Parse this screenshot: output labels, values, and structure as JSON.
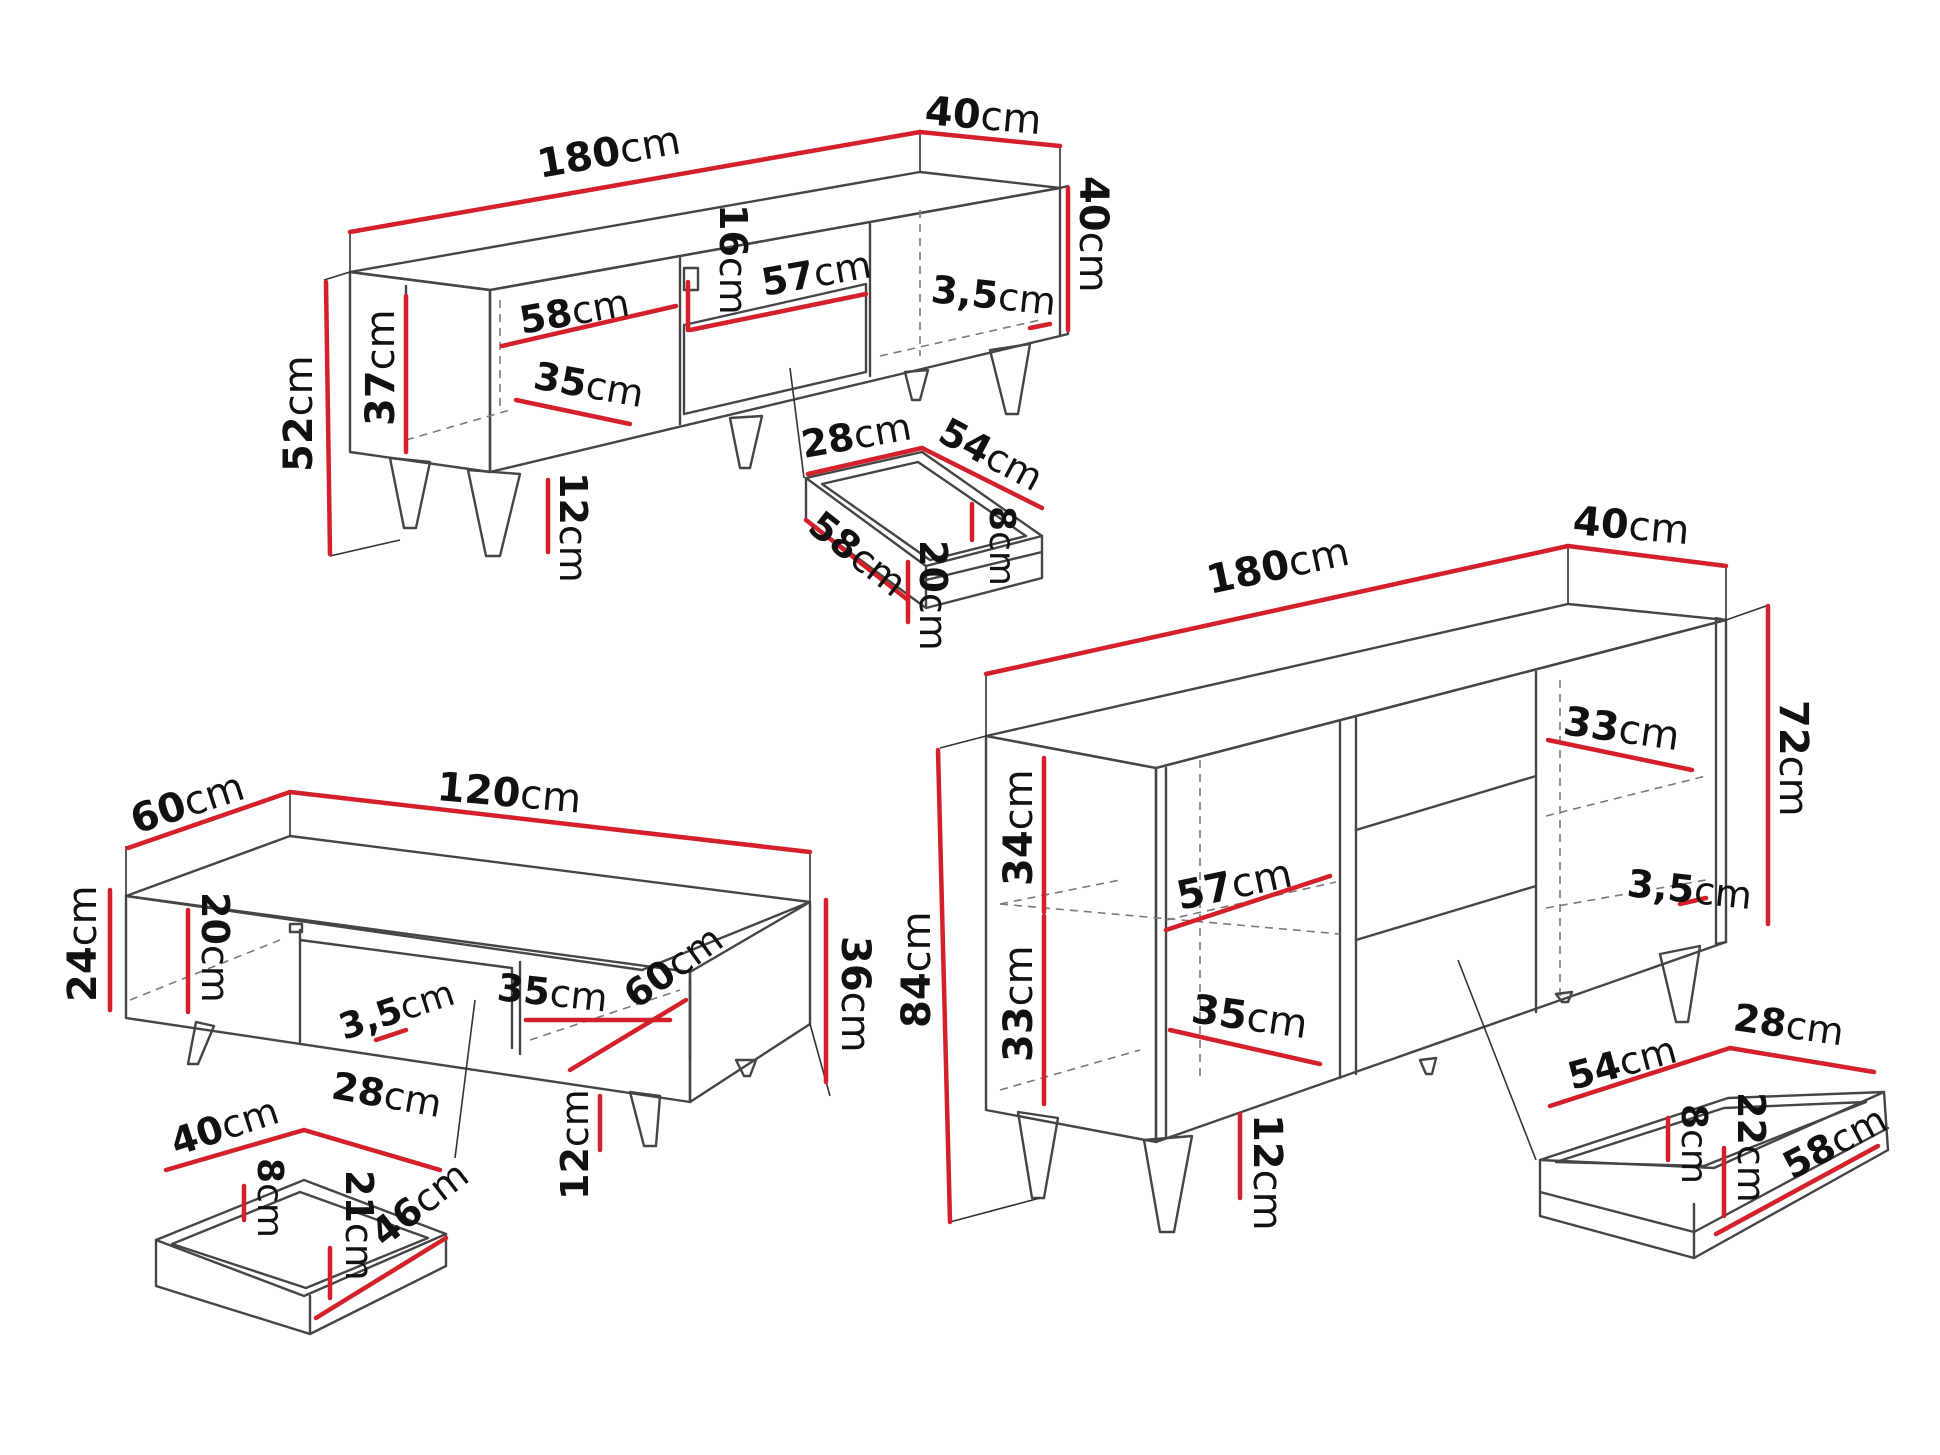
{
  "colors": {
    "dimension_line": "#d4202a",
    "outline": "#454545",
    "text": "#111111"
  },
  "tv_unit": {
    "width": {
      "n": "180",
      "u": "cm"
    },
    "depth": {
      "n": "40",
      "u": "cm"
    },
    "top_height": {
      "n": "40",
      "u": "cm"
    },
    "total_height": {
      "n": "52",
      "u": "cm"
    },
    "inner_height": {
      "n": "37",
      "u": "cm"
    },
    "compartment_width": {
      "n": "58",
      "u": "cm"
    },
    "compartment_depth": {
      "n": "35",
      "u": "cm"
    },
    "flap_height": {
      "n": "16",
      "u": "cm"
    },
    "drawer_front_width": {
      "n": "57",
      "u": "cm"
    },
    "panel_thickness": {
      "n": "3,5",
      "u": "cm"
    },
    "leg_height": {
      "n": "12",
      "u": "cm"
    }
  },
  "tv_drawer": {
    "width": {
      "n": "28",
      "u": "cm"
    },
    "depth": {
      "n": "54",
      "u": "cm"
    },
    "inner_height": {
      "n": "8",
      "u": "cm"
    },
    "front_width": {
      "n": "58",
      "u": "cm"
    },
    "front_height": {
      "n": "20",
      "u": "cm"
    }
  },
  "coffee_table": {
    "depth": {
      "n": "60",
      "u": "cm"
    },
    "width": {
      "n": "120",
      "u": "cm"
    },
    "top_height": {
      "n": "24",
      "u": "cm"
    },
    "inner_height": {
      "n": "20",
      "u": "cm"
    },
    "total_height": {
      "n": "36",
      "u": "cm"
    },
    "panel_thickness": {
      "n": "3,5",
      "u": "cm"
    },
    "shelf_width": {
      "n": "35",
      "u": "cm"
    },
    "shelf_depth": {
      "n": "60",
      "u": "cm"
    },
    "leg_height": {
      "n": "12",
      "u": "cm"
    }
  },
  "ct_drawer": {
    "width": {
      "n": "40",
      "u": "cm"
    },
    "depth": {
      "n": "28",
      "u": "cm"
    },
    "inner_height": {
      "n": "8",
      "u": "cm"
    },
    "front_height": {
      "n": "21",
      "u": "cm"
    },
    "front_width": {
      "n": "46",
      "u": "cm"
    }
  },
  "sideboard": {
    "width": {
      "n": "180",
      "u": "cm"
    },
    "depth": {
      "n": "40",
      "u": "cm"
    },
    "body_height": {
      "n": "72",
      "u": "cm"
    },
    "total_height": {
      "n": "84",
      "u": "cm"
    },
    "upper_height": {
      "n": "34",
      "u": "cm"
    },
    "lower_height": {
      "n": "33",
      "u": "cm"
    },
    "shelf_width": {
      "n": "57",
      "u": "cm"
    },
    "shelf_depth": {
      "n": "35",
      "u": "cm"
    },
    "right_shelf_depth": {
      "n": "33",
      "u": "cm"
    },
    "panel_thickness": {
      "n": "3,5",
      "u": "cm"
    },
    "leg_height": {
      "n": "12",
      "u": "cm"
    }
  },
  "sb_drawer": {
    "width": {
      "n": "54",
      "u": "cm"
    },
    "depth": {
      "n": "28",
      "u": "cm"
    },
    "inner_height": {
      "n": "8",
      "u": "cm"
    },
    "front_height": {
      "n": "22",
      "u": "cm"
    },
    "front_width": {
      "n": "58",
      "u": "cm"
    }
  }
}
